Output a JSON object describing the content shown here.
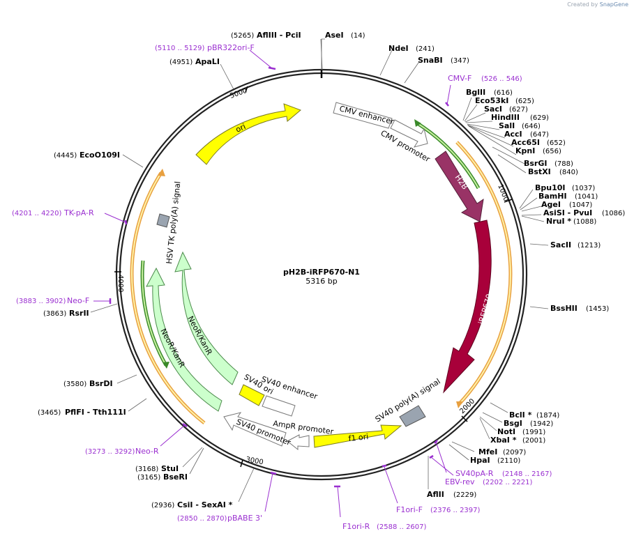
{
  "credit": {
    "prefix": "Created by",
    "brand": "SnapGene"
  },
  "plasmid": {
    "name": "pH2B-iRFP670-N1",
    "length": "5316 bp"
  },
  "ticks": [
    "1000",
    "2000",
    "3000",
    "4000",
    "5000"
  ],
  "features": {
    "cmv_enhancer": "CMV enhancer",
    "cmv_promoter": "CMV promoter",
    "h2b": "H2B",
    "irfp670": "iRFP670",
    "sv40_polya": "SV40 poly(A) signal",
    "f1_ori": "f1 ori",
    "ampr_promoter": "AmpR promoter",
    "sv40_promoter": "SV40 promoter",
    "sv40_ori": "SV40 ori",
    "sv40_enhancer": "SV40 enhancer",
    "neor_kanr_1": "NeoR/KanR",
    "neor_kanr_2": "NeoR/KanR",
    "hsv_tk_polya": "HSV TK poly(A) signal",
    "ori": "ori"
  },
  "sites": [
    {
      "pos": "(5265)",
      "name": "AflIII  - PciI"
    },
    {
      "pos": "(14)",
      "name": "AseI"
    },
    {
      "pos": "(241)",
      "name": "NdeI"
    },
    {
      "pos": "(347)",
      "name": "SnaBI"
    },
    {
      "pos": "(616)",
      "name": "BglII"
    },
    {
      "pos": "(625)",
      "name": "Eco53kI"
    },
    {
      "pos": "(627)",
      "name": "SacI"
    },
    {
      "pos": "(629)",
      "name": "HindIII"
    },
    {
      "pos": "(646)",
      "name": "SalI"
    },
    {
      "pos": "(647)",
      "name": "AccI"
    },
    {
      "pos": "(652)",
      "name": "Acc65I"
    },
    {
      "pos": "(656)",
      "name": "KpnI"
    },
    {
      "pos": "(788)",
      "name": "BsrGI"
    },
    {
      "pos": "(840)",
      "name": "BstXI"
    },
    {
      "pos": "(1037)",
      "name": "Bpu10I"
    },
    {
      "pos": "(1041)",
      "name": "BamHI"
    },
    {
      "pos": "(1047)",
      "name": "AgeI"
    },
    {
      "pos": "(1086)",
      "name": "AsiSI  - PvuI"
    },
    {
      "pos": "(1088)",
      "name": "NruI *"
    },
    {
      "pos": "(1213)",
      "name": "SacII"
    },
    {
      "pos": "(1453)",
      "name": "BssHII"
    },
    {
      "pos": "(1874)",
      "name": "BclI *"
    },
    {
      "pos": "(1942)",
      "name": "BsgI"
    },
    {
      "pos": "(1991)",
      "name": "NotI"
    },
    {
      "pos": "(2001)",
      "name": "XbaI *"
    },
    {
      "pos": "(2097)",
      "name": "MfeI"
    },
    {
      "pos": "(2110)",
      "name": "HpaI"
    },
    {
      "pos": "(2229)",
      "name": "AflII"
    },
    {
      "pos": "(2936)",
      "name": "CsiI  - SexAI *"
    },
    {
      "pos": "(3165)",
      "name": "BseRI"
    },
    {
      "pos": "(3168)",
      "name": "StuI"
    },
    {
      "pos": "(3465)",
      "name": "PflFI  - Tth111I"
    },
    {
      "pos": "(3580)",
      "name": "BsrDI"
    },
    {
      "pos": "(3863)",
      "name": "RsrII"
    },
    {
      "pos": "(4445)",
      "name": "EcoO109I"
    },
    {
      "pos": "(4951)",
      "name": "ApaLI"
    }
  ],
  "primers": [
    {
      "range": "(5110 .. 5129)",
      "name": "pBR322ori-F"
    },
    {
      "range": "(526 .. 546)",
      "name": "CMV-F"
    },
    {
      "range": "(2148 .. 2167)",
      "name": "SV40pA-R"
    },
    {
      "range": "(2202 .. 2221)",
      "name": "EBV-rev"
    },
    {
      "range": "(2376 .. 2397)",
      "name": "F1ori-F"
    },
    {
      "range": "(2588 .. 2607)",
      "name": "F1ori-R"
    },
    {
      "range": "(2850 .. 2870)",
      "name": "pBABE 3'"
    },
    {
      "range": "(3273 .. 3292)",
      "name": "Neo-R"
    },
    {
      "range": "(3883 .. 3902)",
      "name": "Neo-F"
    },
    {
      "range": "(4201 .. 4220)",
      "name": "TK-pA-R"
    }
  ]
}
